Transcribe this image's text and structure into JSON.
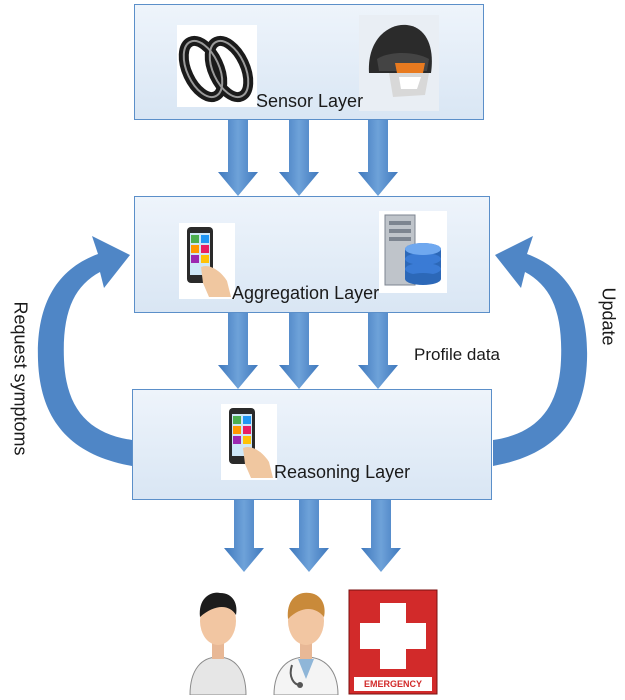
{
  "layers": {
    "sensor": "Sensor Layer",
    "aggregation": "Aggregation Layer",
    "reasoning": "Reasoning Layer"
  },
  "side_labels": {
    "left": "Request symptoms",
    "right": "Update",
    "middle": "Profile data"
  },
  "icons": {
    "wristband": "wristband-icon",
    "helmet": "helmet-icon",
    "smartphone": "smartphone-icon",
    "server": "server-database-icon",
    "user": "user-icon",
    "doctor": "doctor-icon",
    "emergency": "emergency-icon"
  },
  "emergency_label": "EMERGENCY",
  "colors": {
    "arrow": "#4f86c6",
    "layer_border": "#5b8fc9",
    "emergency_red": "#d22a2a"
  }
}
